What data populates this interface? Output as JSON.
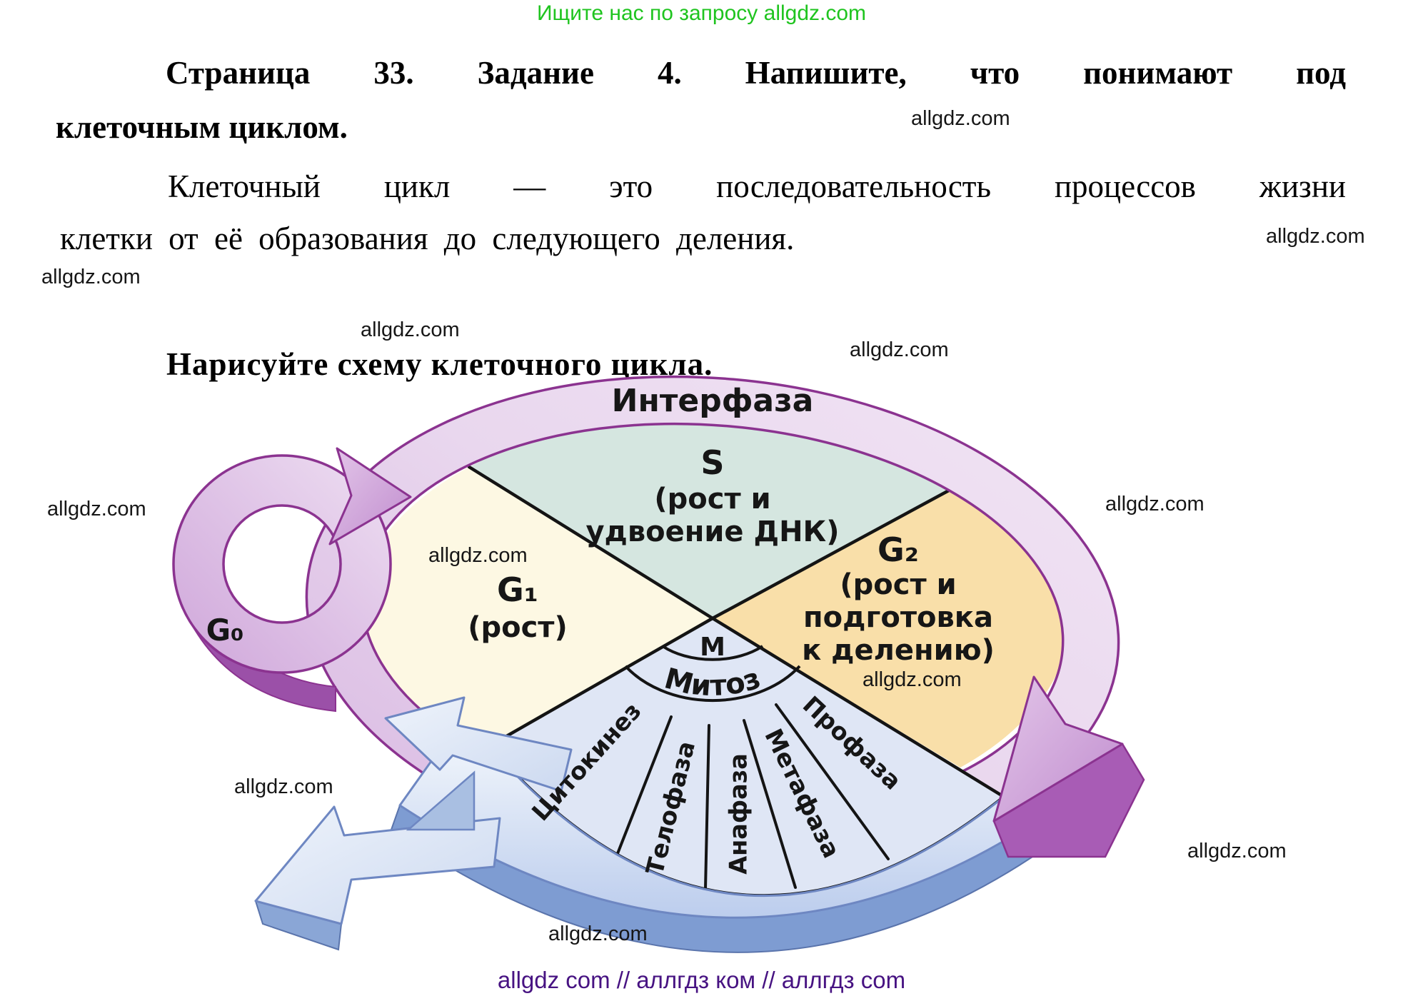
{
  "promo": {
    "text": "Ищите нас по запросу allgdz.com"
  },
  "task": {
    "title_l1": "Страница 33. Задание 4. Напишите, что понимают под",
    "title_l2": "клеточным циклом.",
    "answer_l1": "Клеточный цикл — это последовательность процессов жизни",
    "answer_l2": "клетки от её образования до следующего деления.",
    "subtitle": "Нарисуйте схему клеточного цикла."
  },
  "watermark": {
    "text": "allgdz.com"
  },
  "footer": {
    "text": "allgdz com  //  аллгдз ком  //  аллгдз com"
  },
  "diagram": {
    "interphase": "Интерфаза",
    "s_phase": [
      "S",
      "(рост и",
      "удвоение ДНК)"
    ],
    "g1": [
      "G₁",
      "(рост)"
    ],
    "g2": [
      "G₂",
      "(рост и",
      "подготовка",
      "к делению)"
    ],
    "g0": "G₀",
    "m": "M",
    "mitosis": "Митоз",
    "phases": [
      "Цитокинез",
      "Телофаза",
      "Анафаза",
      "Метафаза",
      "Профаза"
    ],
    "colors": {
      "ring": "#e8d5ec",
      "ring_border": "#8b3390",
      "s_fill": "#d5e6e0",
      "g1_fill": "#fdf8e3",
      "g2_fill": "#f9dfa9",
      "m_fill": "#dfe6f5",
      "band_border": "#6e87c2",
      "band_shadow": "#7e9cd2"
    }
  }
}
